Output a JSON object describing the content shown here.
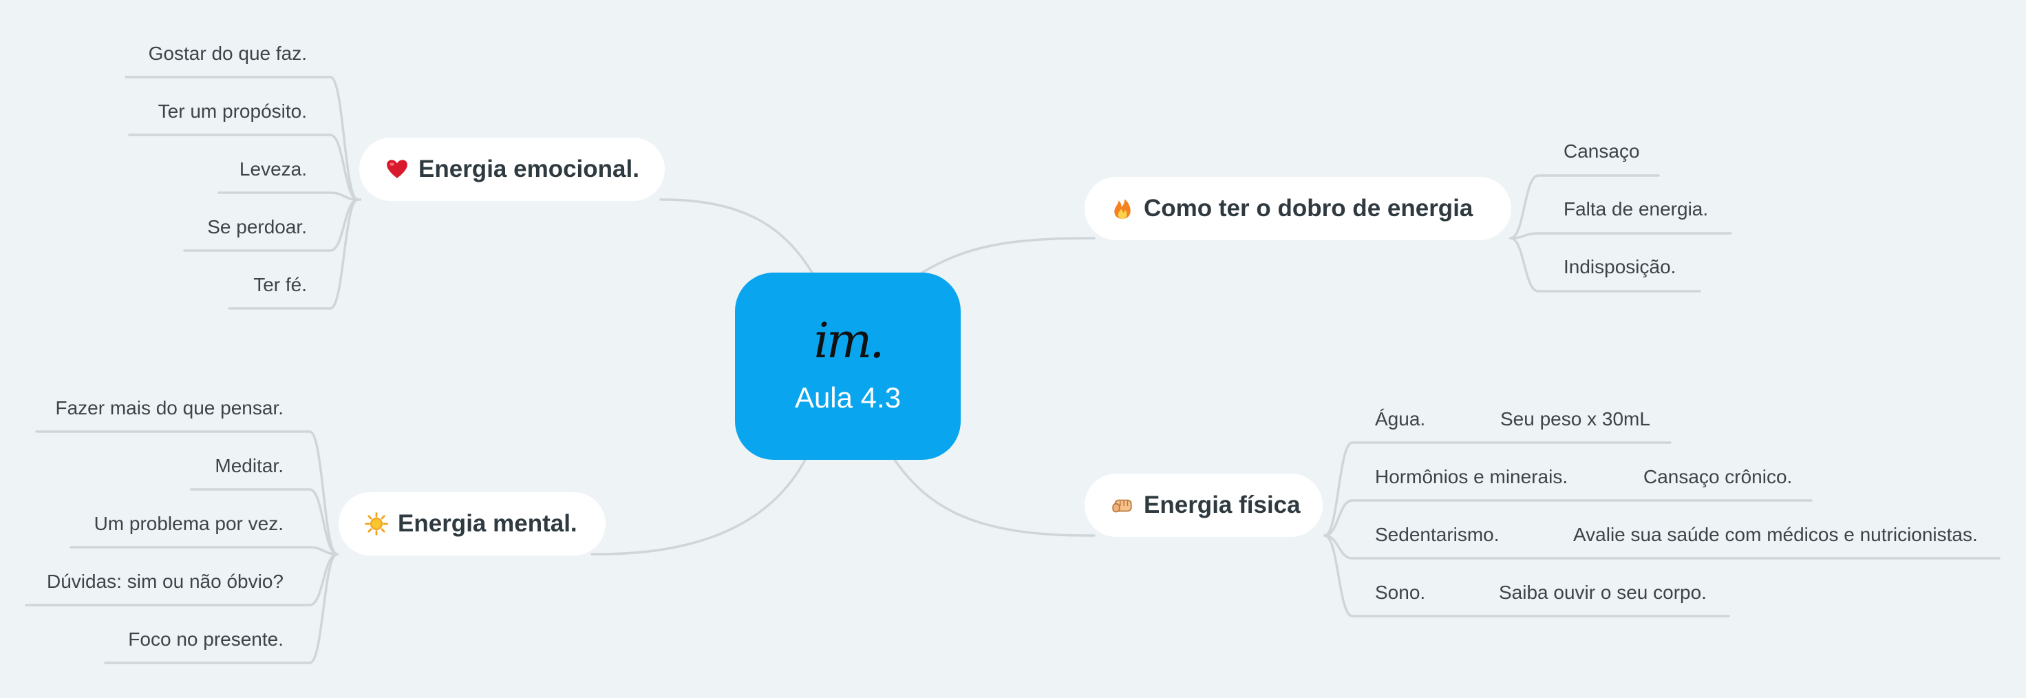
{
  "center": {
    "logo": "im.",
    "title": "Aula 4.3"
  },
  "colors": {
    "background": "#eef3f6",
    "center": "#0aa5ef",
    "line": "#cfd6da",
    "topic_bg": "#ffffff",
    "text": "#2f3a40"
  },
  "topics": {
    "emocional": {
      "icon": "heart-icon",
      "label": "Energia emocional.",
      "leaves": [
        "Gostar do que faz.",
        "Ter um propósito.",
        "Leveza.",
        "Se perdoar.",
        "Ter fé."
      ]
    },
    "mental": {
      "icon": "sun-icon",
      "label": "Energia mental.",
      "leaves": [
        "Fazer mais do que pensar.",
        "Meditar.",
        "Um problema por vez.",
        "Dúvidas: sim ou não óbvio?",
        "Foco no presente."
      ]
    },
    "dobro": {
      "icon": "fire-icon",
      "label": "Como ter o dobro de energia",
      "leaves": [
        "Cansaço",
        "Falta de energia.",
        "Indisposição."
      ]
    },
    "fisica": {
      "icon": "fist-icon",
      "label": "Energia física",
      "leaves": [
        {
          "label": "Água.",
          "detail": "Seu peso x 30mL"
        },
        {
          "label": "Hormônios e minerais.",
          "detail": "Cansaço crônico."
        },
        {
          "label": "Sedentarismo.",
          "detail": "Avalie sua saúde com médicos e nutricionistas."
        },
        {
          "label": "Sono.",
          "detail": "Saiba ouvir o seu corpo."
        }
      ]
    }
  }
}
